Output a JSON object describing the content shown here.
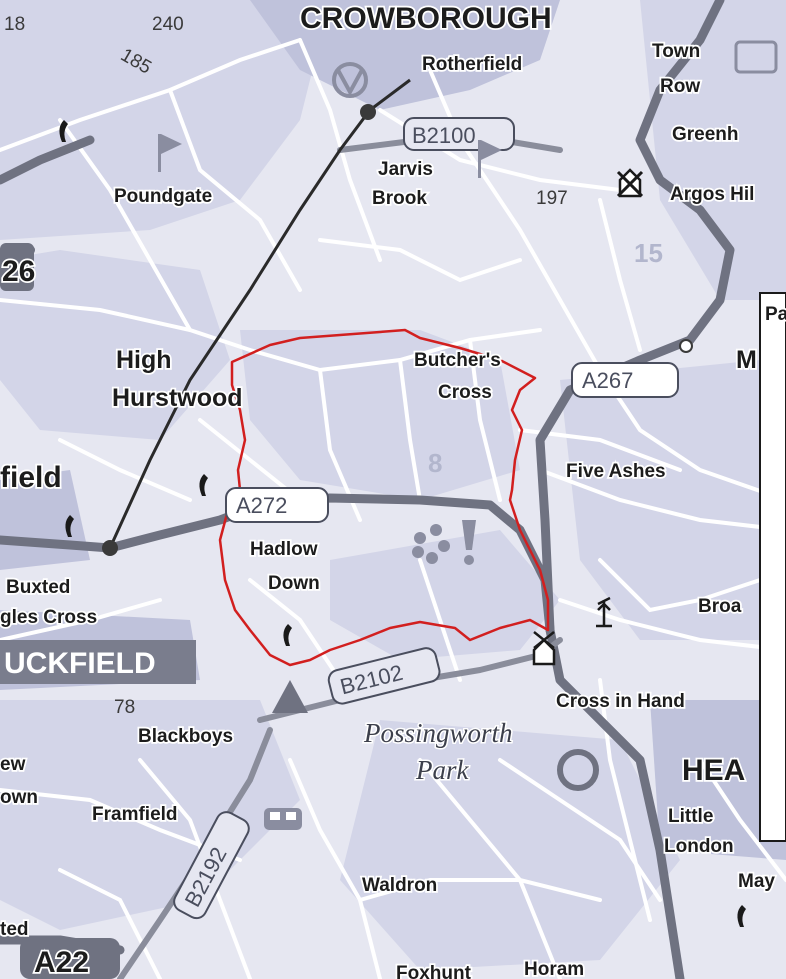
{
  "map": {
    "places": {
      "crowborough": "CROWBOROUGH",
      "rotherfield": "Rotherfield",
      "town_row_1": "Town",
      "town_row_2": "Row",
      "greenh": "Greenh",
      "jarvis_brook_1": "Jarvis",
      "jarvis_brook_2": "Brook",
      "poundgate": "Poundgate",
      "argos_hill": "Argos Hil",
      "high_hurstwood_1": "High",
      "high_hurstwood_2": "Hurstwood",
      "butchers_cross_1": "Butcher's",
      "butchers_cross_2": "Cross",
      "field": "field",
      "five_ashes": "Five Ashes",
      "hadlow_down_1": "Hadlow",
      "hadlow_down_2": "Down",
      "buxted": "Buxted",
      "gles_cross": "gles Cross",
      "uckfield": "UCKFIELD",
      "blackboys": "Blackboys",
      "cross_in_hand": "Cross in Hand",
      "ew": "ew",
      "own": "own",
      "framfield": "Framfield",
      "hea": "HEA",
      "little_london_1": "Little",
      "little_london_2": "London",
      "waldron": "Waldron",
      "may": "May",
      "ted": "ted",
      "horam": "Horam",
      "eachurst": "Foxhunt",
      "broa": "Broa",
      "m_edge": "M",
      "pa": "Pa"
    },
    "features": {
      "possingworth_1": "Possingworth",
      "possingworth_2": "Park"
    },
    "roads": {
      "b2100": "B2100",
      "a267": "A267",
      "a272": "A272",
      "b2102": "B2102",
      "b2192": "B2192",
      "a22": "A22",
      "a26_frag": "26",
      "eight": "8",
      "fifteen": "15"
    },
    "numbers": {
      "n18": "18",
      "n240": "240",
      "n197": "197",
      "n78": "78",
      "n185": "185"
    },
    "colors": {
      "background": "#e8e9f2",
      "area_tint": "#c7c9e0",
      "a_road": "#6f7281",
      "minor_road": "#ffffff",
      "rail": "#2a2a2a",
      "route_boundary": "#d21f1f",
      "label": "#1c1c1c"
    },
    "icons": [
      "phone-icon",
      "flag-icon",
      "youth-hostel-icon",
      "windmill-icon",
      "garden-icon",
      "viewpoint-icon",
      "camp-site-icon",
      "radio-mast-icon",
      "picnic-site-icon"
    ]
  }
}
